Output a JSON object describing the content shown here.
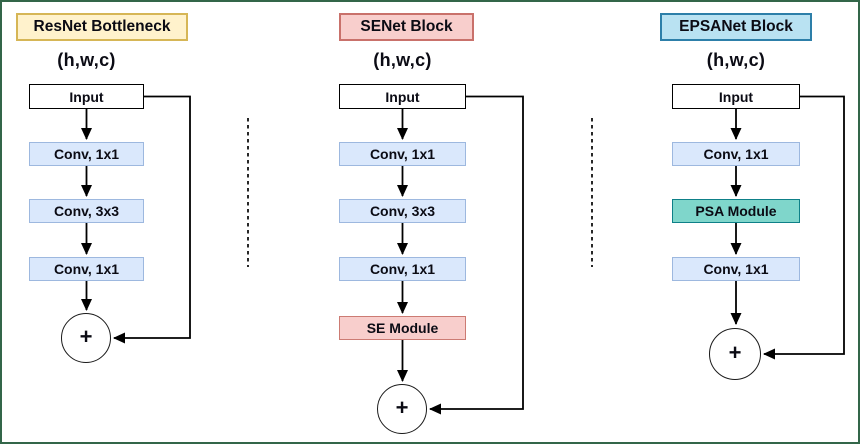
{
  "columns": [
    {
      "title": "ResNet Bottleneck",
      "tensor_shape": "(h,w,c)",
      "input_label": "Input",
      "layers": [
        "Conv, 1x1",
        "Conv, 3x3",
        "Conv, 1x1"
      ],
      "plus": "+"
    },
    {
      "title": "SENet Block",
      "tensor_shape": "(h,w,c)",
      "input_label": "Input",
      "layers": [
        "Conv, 1x1",
        "Conv, 3x3",
        "Conv, 1x1",
        "SE Module"
      ],
      "plus": "+"
    },
    {
      "title": "EPSANet Block",
      "tensor_shape": "(h,w,c)",
      "input_label": "Input",
      "layers": [
        "Conv, 1x1",
        "PSA Module",
        "Conv, 1x1"
      ],
      "plus": "+"
    }
  ],
  "colors": {
    "canvas_border": "#336649",
    "resnet_badge_fill": "#FFF2CC",
    "resnet_badge_border": "#D6B656",
    "senet_badge_fill": "#F8CECC",
    "senet_badge_border": "#C9716B",
    "epsanet_badge_fill": "#B9E2F2",
    "epsanet_badge_border": "#2D7FA9",
    "conv_fill": "#DAE8FC",
    "conv_border": "#9DB8DF",
    "se_module_fill": "#F8CECC",
    "se_module_border": "#CC7B73",
    "psa_module_fill": "#7FD6CB",
    "psa_module_border": "#0E8088",
    "line": "#000000",
    "text": "#0b0b14"
  }
}
